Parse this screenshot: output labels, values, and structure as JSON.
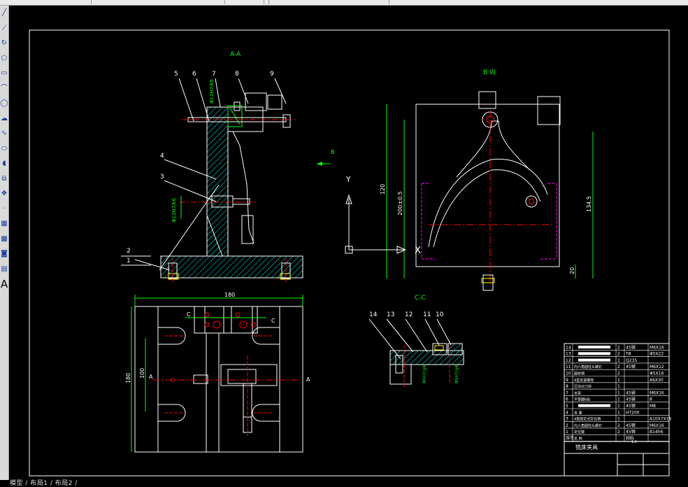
{
  "window": {
    "statusbar_tabs": "模型 / 布局1 / 布局2 /"
  },
  "toolbar": {
    "tools": [
      {
        "name": "line-icon",
        "glyph": "╱"
      },
      {
        "name": "construction-line-icon",
        "glyph": "⟋"
      },
      {
        "name": "polyline-icon",
        "glyph": "↻"
      },
      {
        "name": "polygon-icon",
        "glyph": "⬠"
      },
      {
        "name": "rectangle-icon",
        "glyph": "▭"
      },
      {
        "name": "arc-icon",
        "glyph": "⌒"
      },
      {
        "name": "circle-icon",
        "glyph": "◯"
      },
      {
        "name": "revision-cloud-icon",
        "glyph": "☁"
      },
      {
        "name": "spline-icon",
        "glyph": "∿"
      },
      {
        "name": "ellipse-icon",
        "glyph": "⬭"
      },
      {
        "name": "ellipse-arc-icon",
        "glyph": "◖"
      },
      {
        "name": "insert-block-icon",
        "glyph": "⧉"
      },
      {
        "name": "make-block-icon",
        "glyph": "❖"
      },
      {
        "name": "point-icon",
        "glyph": "·"
      },
      {
        "name": "hatch-icon",
        "glyph": "▦"
      },
      {
        "name": "gradient-icon",
        "glyph": "▩"
      },
      {
        "name": "region-icon",
        "glyph": "◙"
      },
      {
        "name": "table-icon",
        "glyph": "▤"
      },
      {
        "name": "multiline-text-icon",
        "glyph": "A"
      }
    ]
  },
  "drawing": {
    "section_aa": "A-A",
    "view_b": "B 向",
    "section_cc": "C-C",
    "arrow_b": "B",
    "ucs_y": "Y",
    "ucs_x": "X",
    "balloons_aa": [
      "5",
      "6",
      "7",
      "8",
      "9",
      "4",
      "3",
      "2",
      "1"
    ],
    "balloons_cc": [
      "14",
      "13",
      "12",
      "11",
      "10"
    ],
    "dims": {
      "d180_top": "180",
      "d180_side": "180",
      "d100": "100",
      "d120": "120",
      "d200": "200±0.5",
      "d1345": "134.5",
      "d20": "20",
      "fit1": "Φ12H7/k6",
      "fit2": "Φ12H7/k6",
      "fit3": "Φ5H7/g6",
      "fit4": "Φ5H7/g6"
    },
    "cut_labels": {
      "c_left": "C",
      "c_right": "C",
      "a_left": "A",
      "a_right": "A"
    }
  },
  "title_block": {
    "rows": [
      {
        "no": "14",
        "name": "",
        "qty": "2",
        "mat": "45钢",
        "std": "M6X16"
      },
      {
        "no": "13",
        "name": "",
        "qty": "2",
        "mat": "T8",
        "std": "Φ5X22"
      },
      {
        "no": "12",
        "name": "",
        "qty": "1",
        "mat": "Q235",
        "std": ""
      },
      {
        "no": "11",
        "name": "内六角圆柱头螺钉",
        "qty": "2",
        "mat": "45钢",
        "std": "M6X12"
      },
      {
        "no": "10",
        "name": "圆柱销",
        "qty": "2",
        "mat": "",
        "std": "Φ5X16"
      },
      {
        "no": "9",
        "name": "A型夹紧螺栓",
        "qty": "1",
        "mat": "",
        "std": "A6X30"
      },
      {
        "no": "8",
        "name": "压块对刀块",
        "qty": "1",
        "mat": "",
        "std": ""
      },
      {
        "no": "7",
        "name": "支架",
        "qty": "1",
        "mat": "45钢",
        "std": "M6X16"
      },
      {
        "no": "6",
        "name": "平垫圈6级",
        "qty": "1",
        "mat": "45钢",
        "std": "8"
      },
      {
        "no": "5",
        "name": "",
        "qty": "1",
        "mat": "45钢",
        "std": "M8"
      },
      {
        "no": "4",
        "name": "支 座",
        "qty": "1",
        "mat": "HT200",
        "std": ""
      },
      {
        "no": "3",
        "name": "A型固定式定位销",
        "qty": "1",
        "mat": "",
        "std": "A10X7X16"
      },
      {
        "no": "2",
        "name": "内六角圆柱头螺钉",
        "qty": "2",
        "mat": "45钢",
        "std": "M6X16"
      },
      {
        "no": "1",
        "name": "定位键",
        "qty": "2",
        "mat": "45钢",
        "std": "B14h6"
      }
    ],
    "header": {
      "no": "序号",
      "name": "名 称",
      "qty": "",
      "mat": "材料",
      "std": ""
    },
    "title": "铣床夹具",
    "scale": "1:1"
  },
  "colors": {
    "white": "#ffffff",
    "red": "#ff0000",
    "green": "#00ff00",
    "yellow": "#ffff00",
    "cyan": "#00ffff",
    "magenta": "#ff00ff",
    "hatch": "#00c8c8"
  }
}
